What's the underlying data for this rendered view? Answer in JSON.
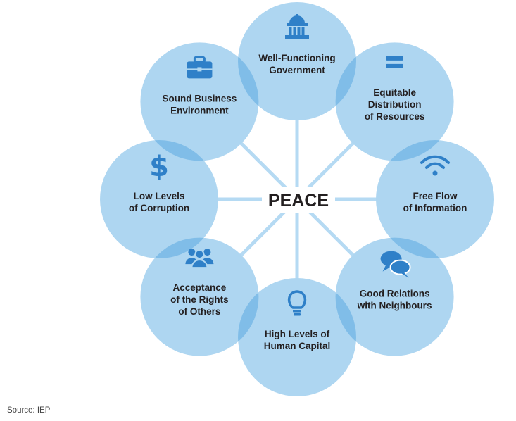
{
  "center": {
    "label": "PEACE"
  },
  "pillars": [
    {
      "icon": "government-building-icon",
      "lines": [
        "Well-Functioning",
        "Government"
      ]
    },
    {
      "icon": "equals-icon",
      "lines": [
        "Equitable",
        "Distribution",
        "of Resources"
      ]
    },
    {
      "icon": "wifi-icon",
      "lines": [
        "Free Flow",
        "of Information"
      ]
    },
    {
      "icon": "speech-bubbles-icon",
      "lines": [
        "Good Relations",
        "with Neighbours"
      ]
    },
    {
      "icon": "lightbulb-icon",
      "lines": [
        "High Levels of",
        "Human Capital"
      ]
    },
    {
      "icon": "people-group-icon",
      "lines": [
        "Acceptance",
        "of the Rights",
        "of Others"
      ]
    },
    {
      "icon": "dollar-icon",
      "lines": [
        "Low Levels",
        "of Corruption"
      ]
    },
    {
      "icon": "briefcase-icon",
      "lines": [
        "Sound Business",
        "Environment"
      ]
    }
  ],
  "source": "Source: IEP",
  "colors": {
    "circle_fill": "#aed6f1",
    "overlap_fill": "#80bde8",
    "spoke": "#b5daf3",
    "icon": "#2f80c8",
    "text": "#231f20"
  }
}
